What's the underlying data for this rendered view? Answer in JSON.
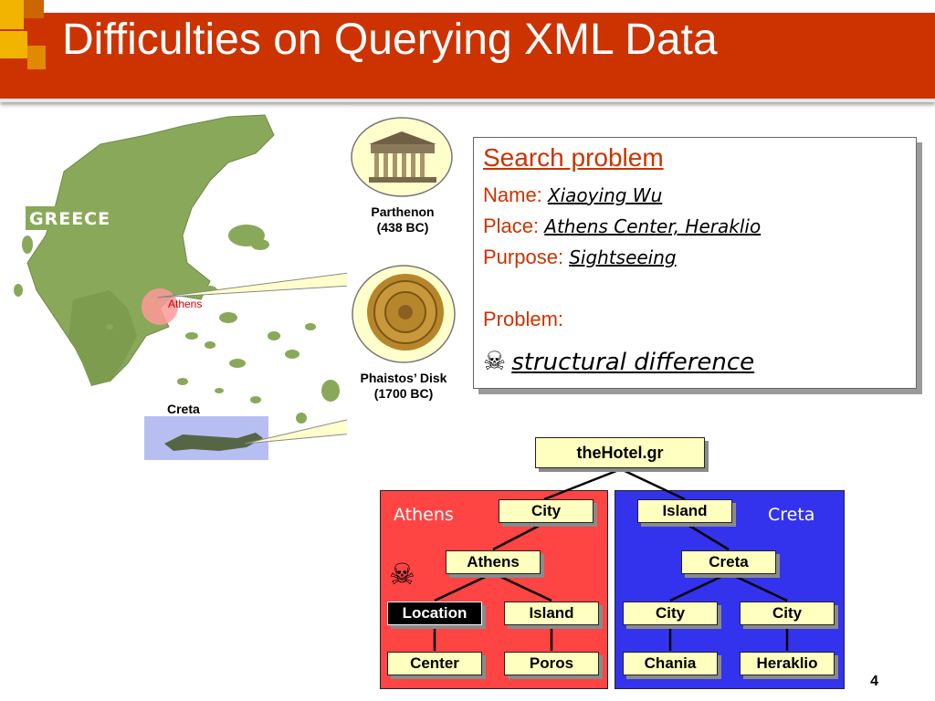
{
  "slide": {
    "title": "Difficulties on Querying XML Data",
    "page_number": "4"
  },
  "map": {
    "country_label": "GREECE",
    "city_label": "Athens",
    "island_label": "Creta"
  },
  "callouts": {
    "parthenon": {
      "line1": "Parthenon",
      "line2": "(438 BC)"
    },
    "disk": {
      "line1": "Phaistos’ Disk",
      "line2": "(1700 BC)"
    }
  },
  "search": {
    "heading": "Search problem",
    "name_label": "Name:",
    "name_value": "Xiaoying Wu",
    "place_label": "Place:",
    "place_value": "Athens Center, Heraklio",
    "purpose_label": "Purpose:",
    "purpose_value": "Sightseeing",
    "problem_label": "Problem:",
    "problem_value": "structural difference"
  },
  "tree": {
    "root": "theHotel.gr",
    "left_region": "Athens",
    "right_region": "Creta",
    "nodes": {
      "city_left": "City",
      "island_right": "Island",
      "athens": "Athens",
      "creta": "Creta",
      "location": "Location",
      "island_left": "Island",
      "city_right1": "City",
      "city_right2": "City",
      "center": "Center",
      "poros": "Poros",
      "chania": "Chania",
      "heraklio": "Heraklio"
    }
  },
  "colors": {
    "title_bar": "#cc3300",
    "accent_text": "#cc3300",
    "athens_region": "#ff4444",
    "creta_region": "#3333ee",
    "node_fill": "#ffffc0"
  }
}
